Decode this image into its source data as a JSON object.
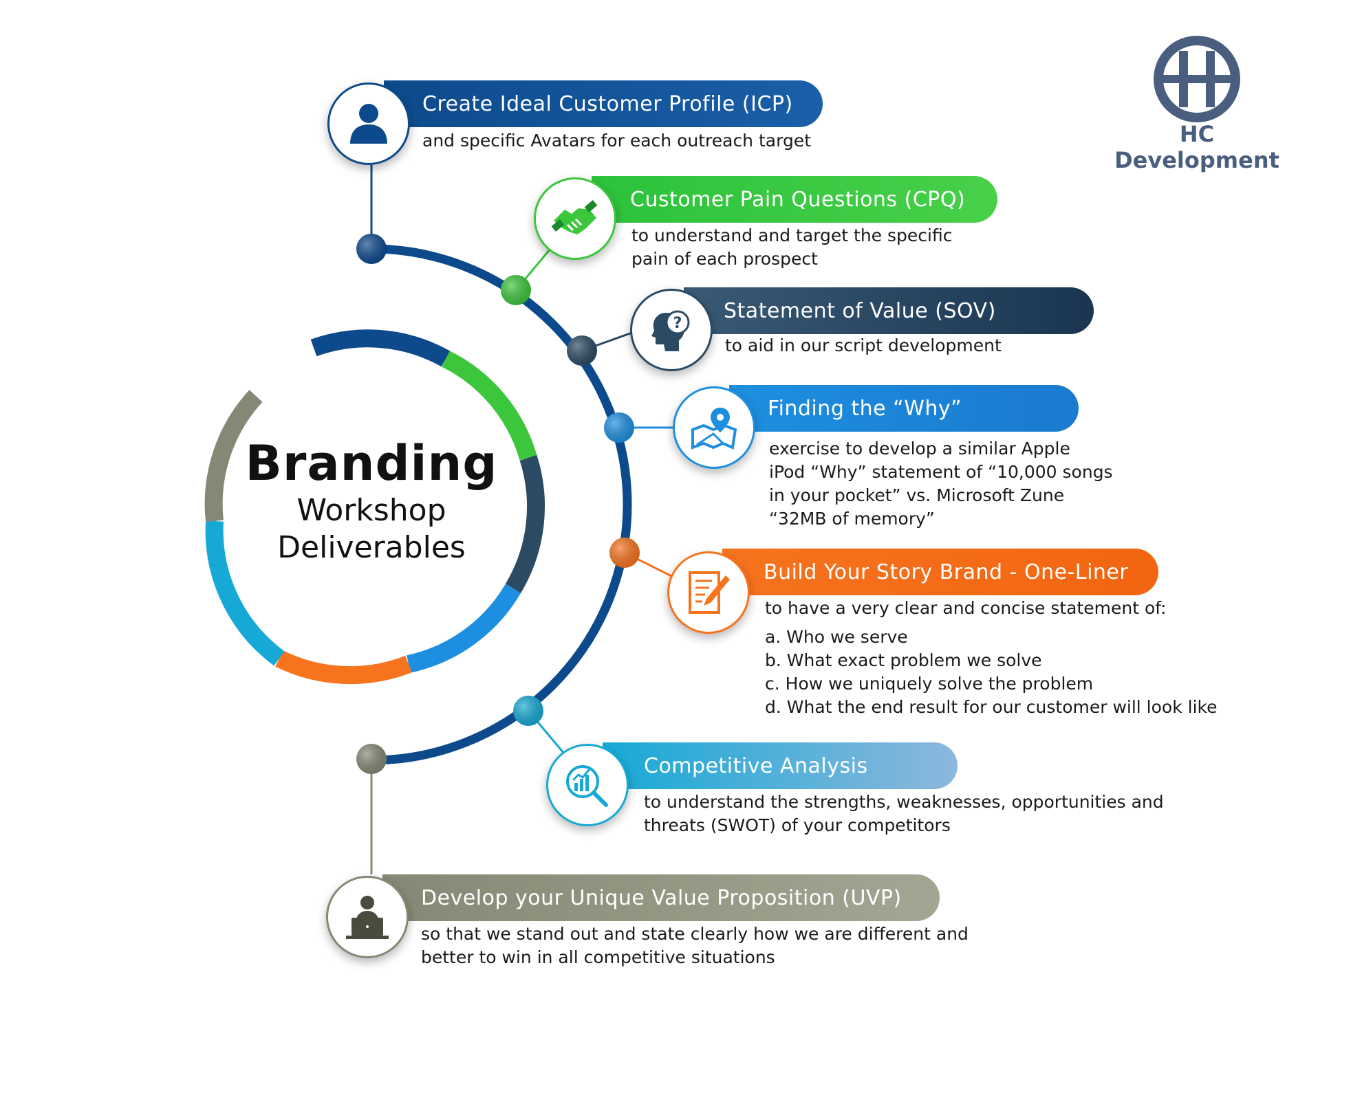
{
  "title": {
    "line1": "Branding",
    "line2": "Workshop",
    "line3": "Deliverables"
  },
  "brand": {
    "name": "HC Development",
    "color": "#4a5f80"
  },
  "colors": {
    "navy": "#0d4a8c",
    "green": "#3cc63c",
    "slate": "#2b4a63",
    "blue": "#1e8fe0",
    "orange": "#f7731e",
    "cyan": "#17a9d6",
    "gray": "#858874"
  },
  "items": [
    {
      "id": "icp",
      "icon": "person-icon",
      "heading": "Create Ideal Customer Profile (ICP)",
      "desc": [
        "and specific Avatars for each outreach target"
      ]
    },
    {
      "id": "cpq",
      "icon": "handshake-icon",
      "heading": "Customer Pain Questions (CPQ)",
      "desc": [
        "to understand and target the specific",
        "pain of each prospect"
      ]
    },
    {
      "id": "sov",
      "icon": "head-question-icon",
      "heading": "Statement of Value (SOV)",
      "desc": [
        "to aid in our script development"
      ]
    },
    {
      "id": "why",
      "icon": "map-pin-icon",
      "heading": "Finding the “Why”",
      "desc": [
        "exercise to develop a similar Apple",
        "iPod “Why” statement of “10,000 songs",
        "in your pocket” vs. Microsoft Zune",
        "“32MB of memory”"
      ]
    },
    {
      "id": "story",
      "icon": "document-pencil-icon",
      "heading": "Build Your Story Brand - One-Liner",
      "desc": [
        "to have a very clear and concise statement of:"
      ],
      "list": [
        "a. Who we serve",
        "b. What exact problem we solve",
        "c. How we uniquely solve the problem",
        "d. What the end result for our customer will look like"
      ]
    },
    {
      "id": "comp",
      "icon": "chart-magnifier-icon",
      "heading": "Competitive Analysis",
      "desc": [
        "to understand the strengths, weaknesses, opportunities and",
        "threats (SWOT) of your competitors"
      ]
    },
    {
      "id": "uvp",
      "icon": "person-laptop-icon",
      "heading": "Develop your Unique Value Proposition (UVP)",
      "desc": [
        "so that we stand out and state clearly how we are different and",
        "better to win in all competitive situations"
      ]
    }
  ]
}
